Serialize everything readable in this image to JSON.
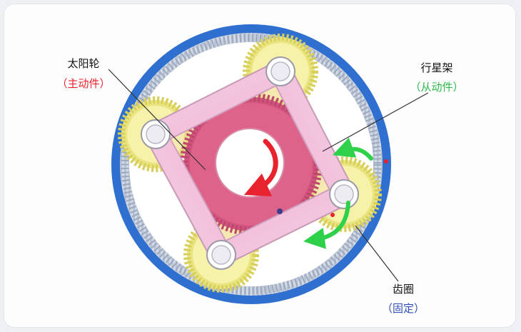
{
  "labels": {
    "sun_gear": {
      "name": "太阳轮",
      "role": "（主动件）",
      "role_color": "#e8232d"
    },
    "planet_carrier": {
      "name": "行星架",
      "role": "（从动件）",
      "role_color": "#2fb84a"
    },
    "ring_gear": {
      "name": "齿圈",
      "role": "（固定）",
      "role_color": "#2f4fb8"
    }
  },
  "colors": {
    "ring_gear": "#2f6fcf",
    "ring_teeth": "#cfd6e2",
    "sun_gear": "#d8507a",
    "planet_gear": "#f3ef9a",
    "carrier": "#f2c4dd",
    "arrow_red": "#e8232d",
    "arrow_green": "#2fd14a"
  },
  "icons": [
    "curved-arrow-icon",
    "curved-arrow-icon",
    "curved-arrow-icon"
  ]
}
